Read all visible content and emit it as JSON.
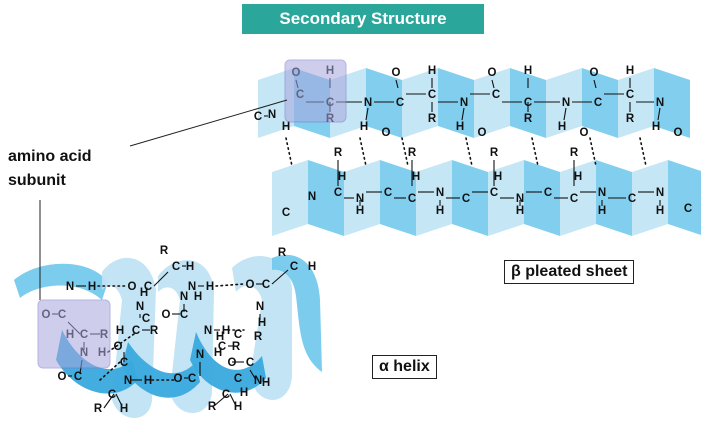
{
  "title": "Secondary Structure",
  "labels": {
    "amino_acid_line1": "amino acid",
    "amino_acid_line2": "subunit",
    "beta_sheet": "β pleated sheet",
    "alpha_helix": "α helix"
  },
  "colors": {
    "title_bg": "#2aa79a",
    "ribbon_light": "#bfe3f4",
    "ribbon_mid": "#74c9ec",
    "ribbon_dark": "#3aa9dd",
    "highlight_box": "#a9a6dd"
  }
}
